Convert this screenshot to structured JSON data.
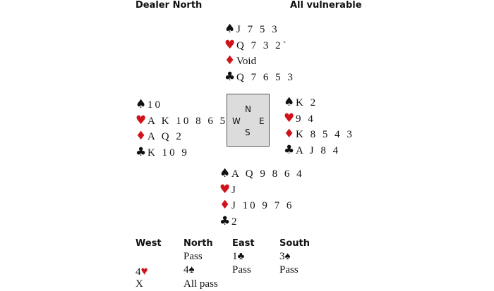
{
  "header": {
    "dealer": "Dealer North",
    "vulnerability": "All vulnerable"
  },
  "colors": {
    "red_suit": "#d0121b",
    "black_suit": "#111111",
    "compass_bg": "#dcdcdc"
  },
  "suits": {
    "spades": "♠",
    "hearts": "♥",
    "diamonds": "♦",
    "clubs": "♣"
  },
  "hands": {
    "north": {
      "spades": "J 7 5 3",
      "hearts": "Q 7 3 2`",
      "diamonds": "Void",
      "clubs": "Q 7 6 5 3"
    },
    "west": {
      "spades": "10",
      "hearts": "A K 10 8 6 5",
      "diamonds": "A Q 2",
      "clubs": "K 10 9"
    },
    "east": {
      "spades": "K 2",
      "hearts": "9 4",
      "diamonds": "K 8 5 4 3",
      "clubs": "A J 8 4"
    },
    "south": {
      "spades": "A Q 9 8 6 4",
      "hearts": "J",
      "diamonds": "J 10 9 7 6",
      "clubs": "2"
    }
  },
  "compass": {
    "n": "N",
    "w": "W",
    "e": "E",
    "s": "S"
  },
  "auction": {
    "headers": [
      "West",
      "North",
      "East",
      "South"
    ],
    "r1": {
      "north": "Pass",
      "east_level": "1",
      "south_level": "3"
    },
    "r2": {
      "west_level": "4",
      "north_level": "4",
      "east": "Pass",
      "south": "Pass"
    },
    "r3": {
      "west": "X",
      "north": "All pass"
    }
  }
}
